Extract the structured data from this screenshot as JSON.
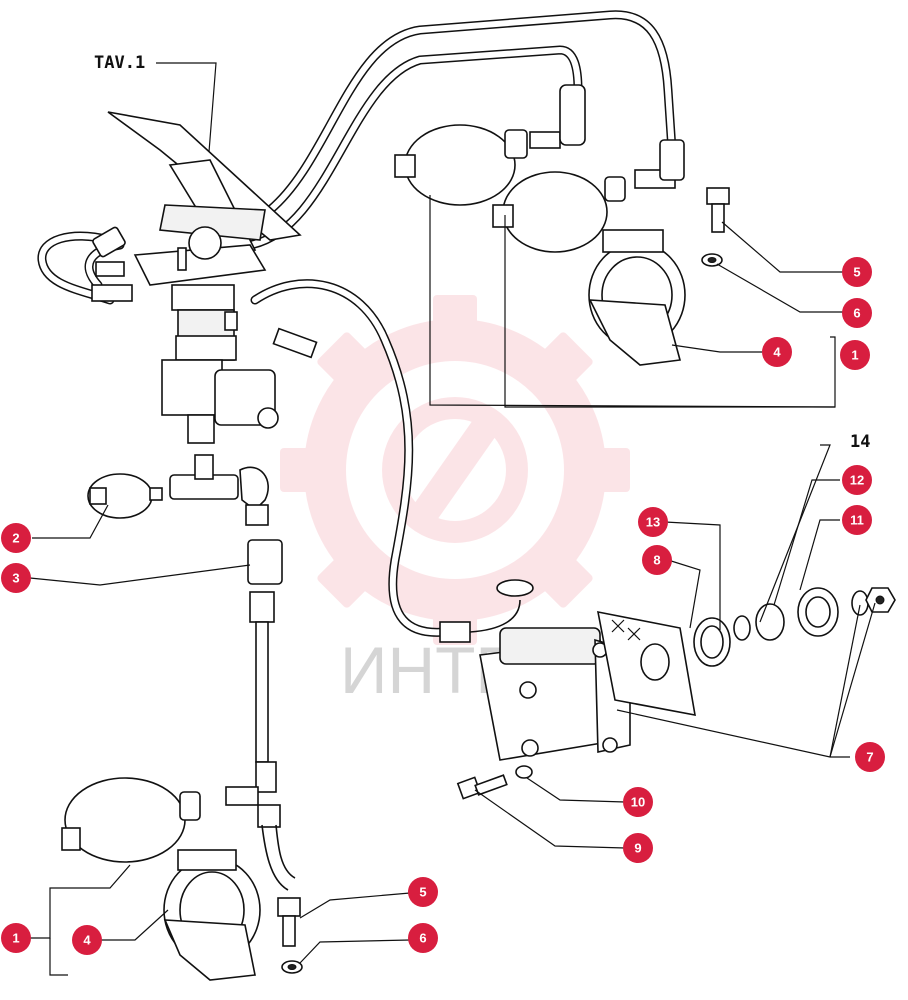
{
  "diagram": {
    "title": "TAV.1",
    "watermark_text": "ИНТЕ",
    "badge_color": "#d81e3f",
    "watermark_color": "#e8394f",
    "callouts": [
      {
        "id": "c1a",
        "label": "1"
      },
      {
        "id": "c4a",
        "label": "4"
      },
      {
        "id": "c5a",
        "label": "5"
      },
      {
        "id": "c6a",
        "label": "6"
      },
      {
        "id": "c2",
        "label": "2"
      },
      {
        "id": "c3",
        "label": "3"
      },
      {
        "id": "c1b",
        "label": "1"
      },
      {
        "id": "c4b",
        "label": "4"
      },
      {
        "id": "c5b",
        "label": "5"
      },
      {
        "id": "c6b",
        "label": "6"
      },
      {
        "id": "c13",
        "label": "13"
      },
      {
        "id": "c8",
        "label": "8"
      },
      {
        "id": "c12",
        "label": "12"
      },
      {
        "id": "c11",
        "label": "11"
      },
      {
        "id": "c7",
        "label": "7"
      },
      {
        "id": "c10",
        "label": "10"
      },
      {
        "id": "c9",
        "label": "9"
      }
    ],
    "plain_label_14": "14"
  }
}
